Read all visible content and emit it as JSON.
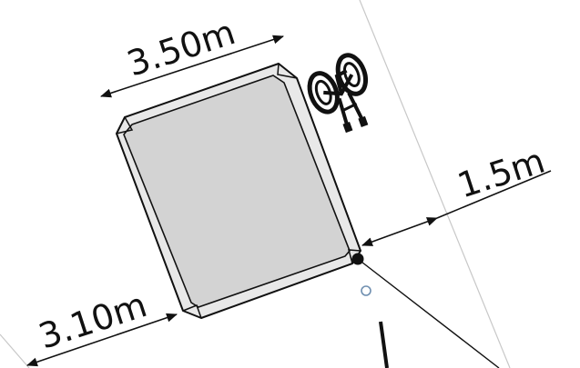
{
  "drawing": {
    "dimensions": {
      "width_top": "3.50m",
      "width_bottom": "3.10m",
      "offset_right": "1.5m"
    },
    "icons": {
      "bicycle": "bicycle-symbol-icon"
    },
    "colors": {
      "background": "#ffffff",
      "slab_fill": "#d3d3d3",
      "slab_border": "#e8e8e8",
      "line": "#111111",
      "guide_line": "#c8c8c8",
      "marker_dot": "#111111",
      "marker_ring": "#6f8fb0"
    }
  }
}
